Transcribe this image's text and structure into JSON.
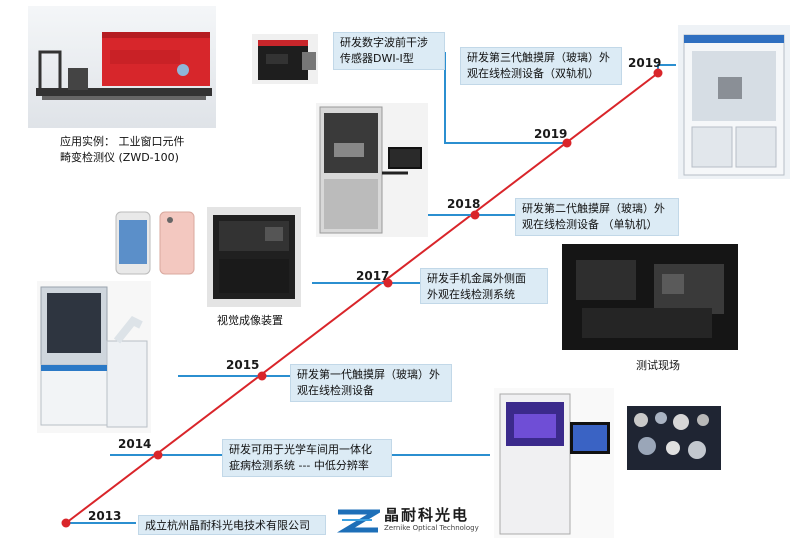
{
  "milestones": [
    {
      "year": "2013",
      "text": "成立杭州晶耐科光电技术有限公司"
    },
    {
      "year": "2014",
      "line1": "研发可用于光学车间用一体化",
      "line2": "疵病检测系统 --- 中低分辨率"
    },
    {
      "year": "2015",
      "line1": "研发第一代触摸屏（玻璃）外",
      "line2": "观在线检测设备"
    },
    {
      "year": "2017",
      "line1": "研发手机金属外侧面",
      "line2": "外观在线检测系统"
    },
    {
      "year": "2018",
      "line1": "研发第二代触摸屏（玻璃）外",
      "line2": "观在线检测设备 （单轨机）"
    },
    {
      "year": "2019",
      "line1": "研发数字波前干涉",
      "line2": "传感器DWI-I型"
    },
    {
      "year": "2019",
      "line1": "研发第三代触摸屏（玻璃）外",
      "line2": "观在线检测设备（双轨机）"
    }
  ],
  "captions": {
    "zwd_line1": "应用实例： 工业窗口元件",
    "zwd_line2": "畸变检测仪 (ZWD-100)",
    "vision_device": "视觉成像装置",
    "test_site": "测试现场"
  },
  "logo": {
    "cn": "晶耐科光电",
    "en": "Zernike Optical Technology"
  },
  "colors": {
    "timeline": "#d9252a",
    "dot": "#d9252a",
    "connector": "#2b8fd0",
    "box_bg": "#dcebf5"
  }
}
